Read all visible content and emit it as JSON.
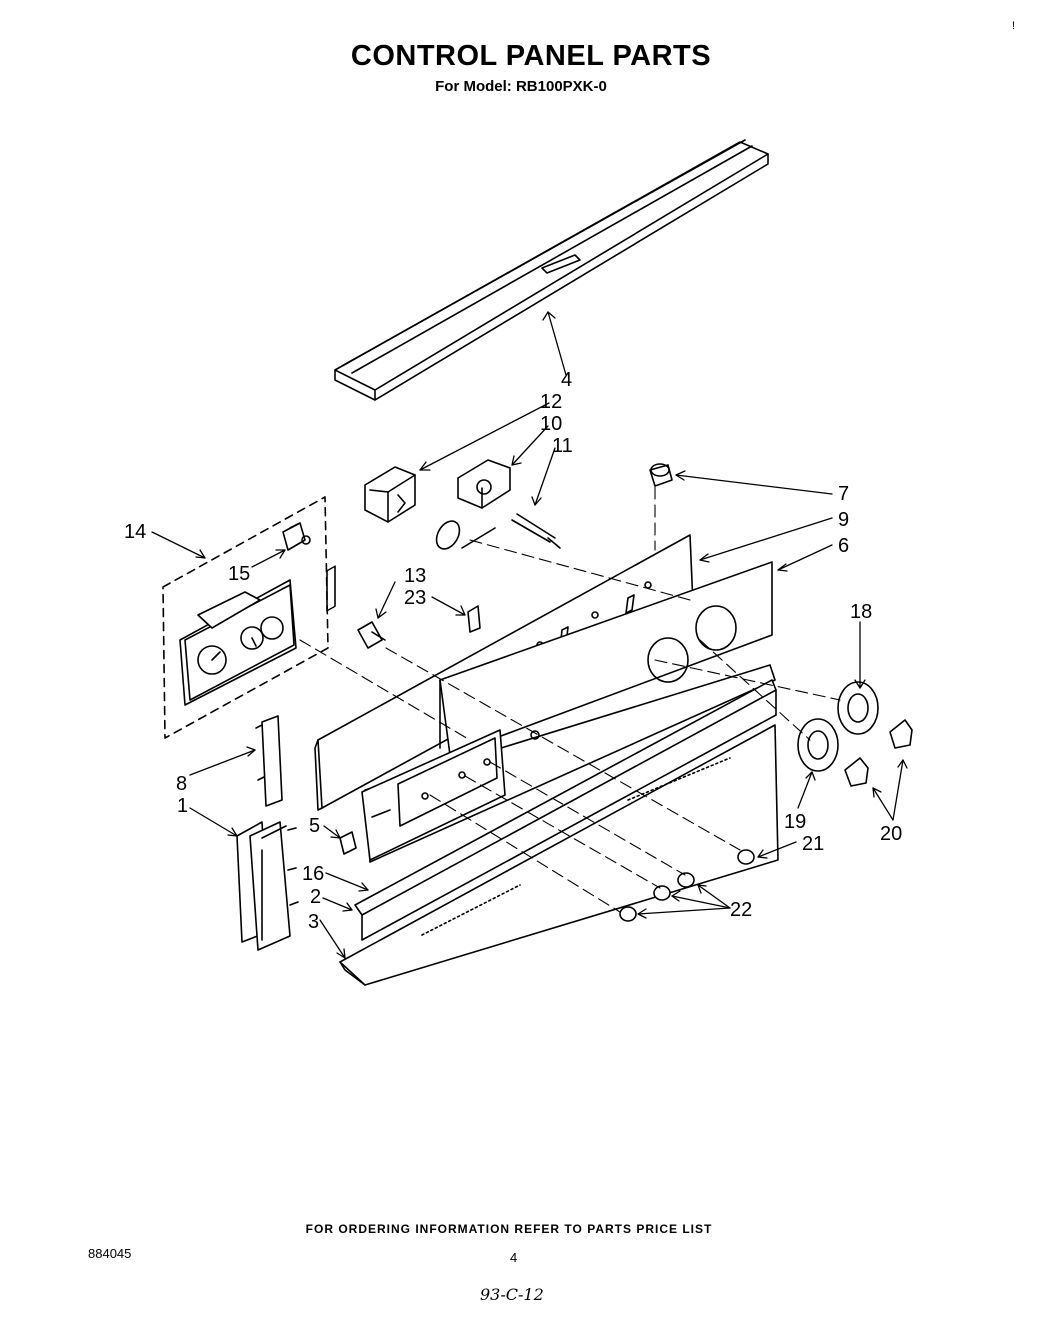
{
  "header": {
    "title": "CONTROL PANEL PARTS",
    "subtitle": "For Model: RB100PXK-0"
  },
  "footer": {
    "ordering_note": "FOR ORDERING INFORMATION REFER TO PARTS PRICE LIST",
    "doc_id": "884045",
    "page_number": "4",
    "handwritten_note": "93-C-12"
  },
  "corner_mark": "!",
  "callouts": {
    "p1": "1",
    "p2": "2",
    "p3": "3",
    "p4": "4",
    "p5": "5",
    "p6": "6",
    "p7": "7",
    "p8": "8",
    "p9": "9",
    "p10": "10",
    "p11": "11",
    "p12": "12",
    "p13": "13",
    "p14": "14",
    "p15": "15",
    "p16": "16",
    "p18": "18",
    "p19": "19",
    "p20": "20",
    "p21": "21",
    "p22": "22",
    "p23": "23"
  }
}
